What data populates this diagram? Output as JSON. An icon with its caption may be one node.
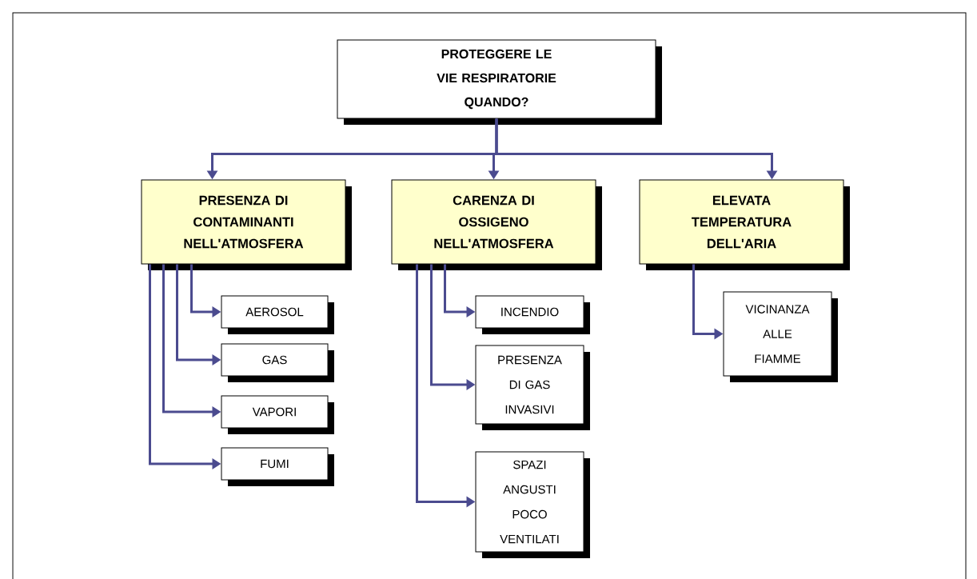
{
  "diagram": {
    "nodes": [
      {
        "text": [
          "PROTEGGERE LE VIE RESPIRATORIE QUANDO?"
        ]
      },
      {
        "text": [
          "PRESENZA DI CONTAMINANTI NELL'ATMOSFERA"
        ]
      },
      {
        "text": [
          "CARENZA DI OSSIGENO NELL'ATMOSFERA"
        ]
      },
      {
        "text": [
          "ELEVATA TEMPERATURA DELL'ARIA"
        ]
      },
      {
        "text": [
          "AEROSOL"
        ]
      },
      {
        "text": [
          "GAS"
        ]
      },
      {
        "text": [
          "VAPORI"
        ]
      },
      {
        "text": [
          "FUMI"
        ]
      },
      {
        "text": [
          "INCENDIO"
        ]
      },
      {
        "text": [
          "PRESENZA DI GAS INVASIVI"
        ]
      },
      {
        "text": [
          "SPAZI ANGUSTI POCO VENTILATI"
        ]
      },
      {
        "text": [
          "VICINANZA ALLE FIAMME"
        ]
      }
    ],
    "edges": [
      {
        "from": 0,
        "to": 1,
        "arrow": "to"
      },
      {
        "from": 0,
        "to": 2,
        "arrow": "to"
      },
      {
        "from": 0,
        "to": 3,
        "arrow": "to"
      },
      {
        "from": 1,
        "to": 4,
        "arrow": "to"
      },
      {
        "from": 1,
        "to": 5,
        "arrow": "to"
      },
      {
        "from": 1,
        "to": 6,
        "arrow": "to"
      },
      {
        "from": 1,
        "to": 7,
        "arrow": "to"
      },
      {
        "from": 2,
        "to": 8,
        "arrow": "to"
      },
      {
        "from": 2,
        "to": 9,
        "arrow": "to"
      },
      {
        "from": 2,
        "to": 10,
        "arrow": "to"
      },
      {
        "from": 3,
        "to": 11,
        "arrow": "to"
      }
    ]
  }
}
